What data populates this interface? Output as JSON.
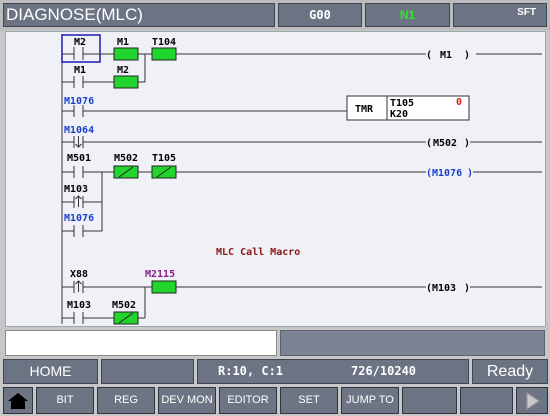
{
  "header": {
    "title": "DIAGNOSE(MLC)",
    "gcode": "G00",
    "mode": "N1",
    "sft": "SFT"
  },
  "ladder": {
    "rungs": [
      {
        "contacts": [
          "M2",
          "M1",
          "T104"
        ],
        "output": "M1"
      },
      {
        "contacts": [
          "M1",
          "M2"
        ]
      },
      {
        "contacts": [
          "M1076"
        ],
        "timer": {
          "label": "TMR",
          "id": "T105",
          "k": "K20",
          "marker": "0"
        }
      },
      {
        "contacts": [
          "M1064"
        ],
        "output": "M502"
      },
      {
        "contacts": [
          "M501",
          "M502",
          "T105",
          "M103",
          "M1076"
        ],
        "output": "M1076"
      },
      {
        "comment": "MLC Call Macro"
      },
      {
        "contacts": [
          "X88",
          "M2115",
          "M103",
          "M502"
        ],
        "output": "M103"
      }
    ]
  },
  "input": {
    "value": ""
  },
  "status": {
    "home": "HOME",
    "position": "R:10, C:1",
    "count": "726/10240",
    "state": "Ready"
  },
  "softkeys": [
    "BIT",
    "REG",
    "DEV MON",
    "EDITOR",
    "SET",
    "JUMP TO",
    "",
    ""
  ],
  "colors": {
    "panel": "#6c7484",
    "active_contact": "#21d52d",
    "blue_label": "#1a3fcf",
    "purple_label": "#8a1a8a",
    "comment": "#8b1515",
    "mode_green": "#2de62d"
  }
}
